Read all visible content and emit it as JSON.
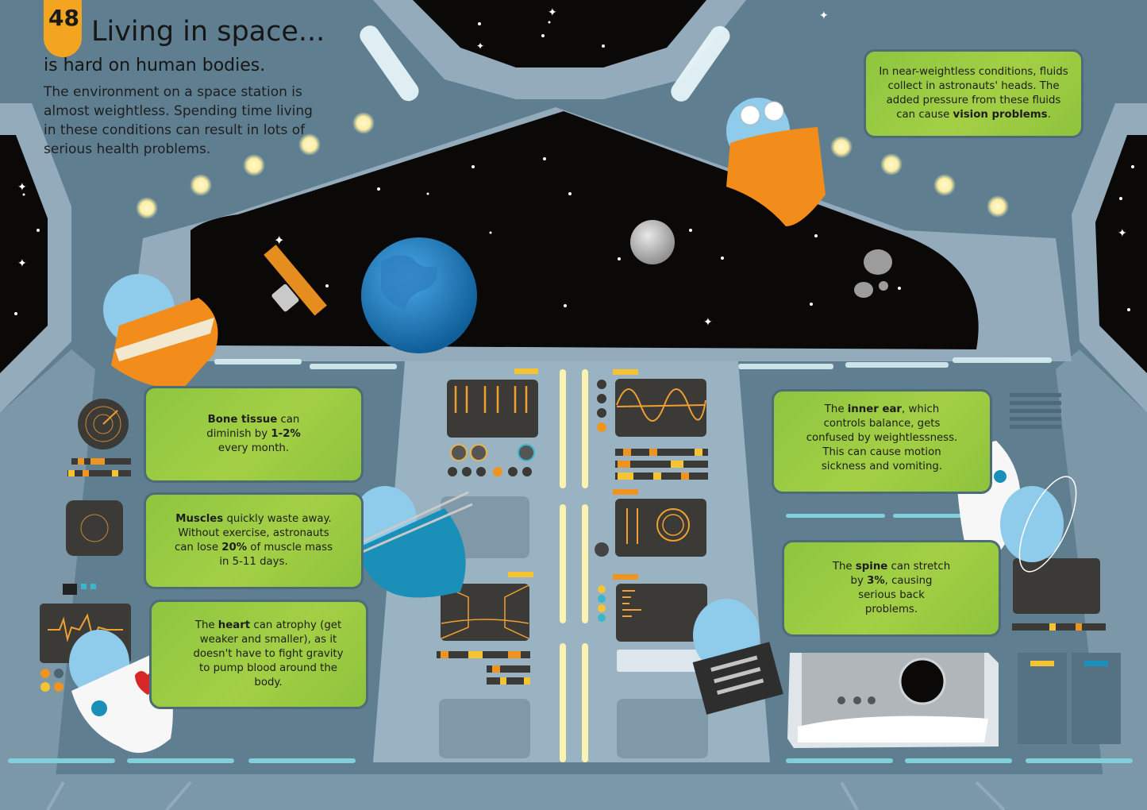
{
  "page": {
    "number": "48",
    "title": "Living in space...",
    "subtitle": "is hard on human bodies.",
    "intro": "The environment on a space station is almost weightless. Spending time living in these conditions can result in lots of serious health problems."
  },
  "facts": [
    {
      "id": "vision",
      "pre": "In near-weightless conditions, fluids collect in astronauts' heads. The added pressure from these fluids can cause ",
      "bold": "vision problems",
      "post": "."
    },
    {
      "id": "bone",
      "bold": "Bone tissue",
      "mid": " can diminish by ",
      "bold2": "1-2%",
      "post": " every month."
    },
    {
      "id": "muscle",
      "bold": "Muscles",
      "mid": " quickly waste away. Without exercise, astronauts can lose ",
      "bold2": "20%",
      "post": " of muscle mass in 5-11 days."
    },
    {
      "id": "heart",
      "pre": "The ",
      "bold": "heart",
      "post": " can atrophy (get weaker and smaller), as it doesn't have to fight gravity to pump blood around the body."
    },
    {
      "id": "inner-ear",
      "pre": "The ",
      "bold": "inner ear",
      "post": ", which controls balance, gets confused by weightlessness. This can cause motion sickness and vomiting."
    },
    {
      "id": "spine",
      "pre": "The ",
      "bold": "spine",
      "mid": " can stretch by ",
      "bold2": "3%",
      "post": ", causing serious back problems."
    }
  ],
  "colors": {
    "green_box": "#9dcb42",
    "orange_tab": "#f4a520",
    "wall": "#5f7f90",
    "frame": "#93abba",
    "space": "#0b0908",
    "screen": "#3b3a37",
    "amber": "#f0a030",
    "glow_cyan": "#7fd0dc"
  }
}
